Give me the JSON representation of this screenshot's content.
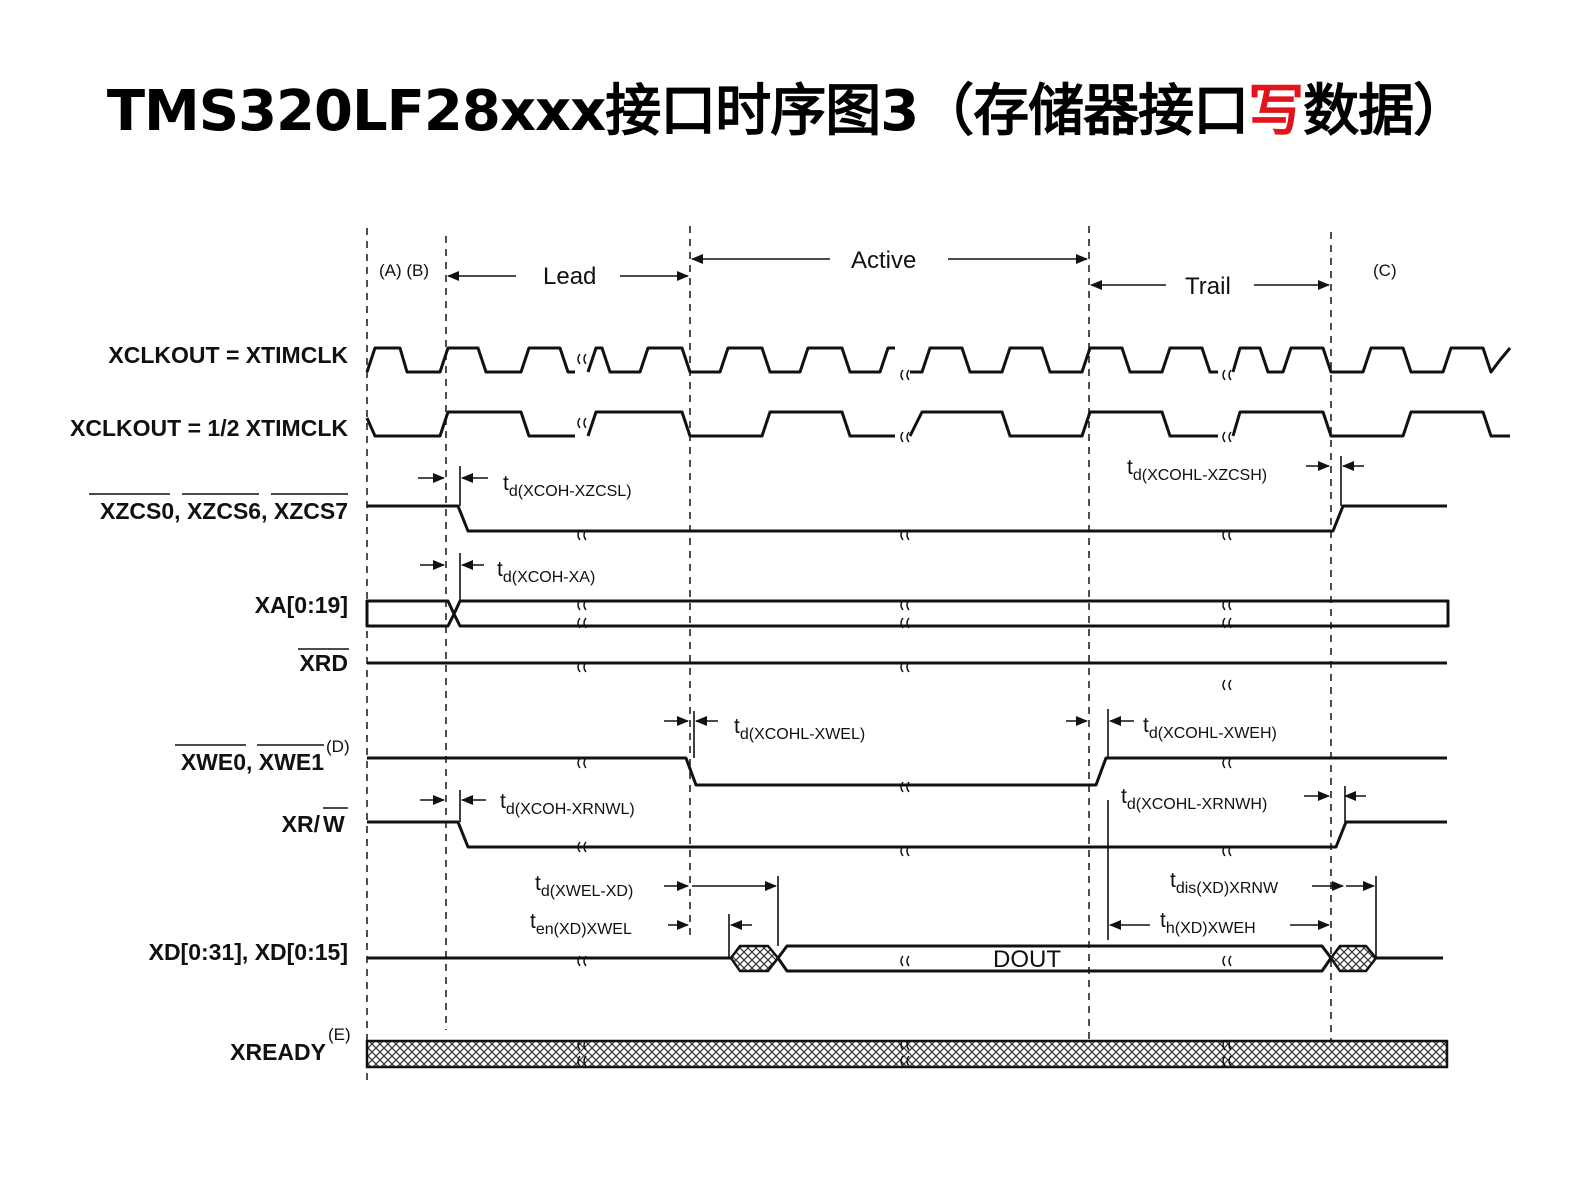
{
  "title": {
    "prefix": "TMS320LF28xxx接口时序图3（存储器接口",
    "highlight": "写",
    "suffix": "数据）",
    "highlight_color": "#e0141a"
  },
  "phase_labels": {
    "ab": "(A) (B)",
    "lead": "Lead",
    "active": "Active",
    "trail": "Trail",
    "c": "(C)"
  },
  "signals": {
    "clk1": "XCLKOUT = XTIMCLK",
    "clk2": "XCLKOUT = 1/2 XTIMCLK",
    "xzcs": "XZCS0, XZCS6, XZCS7",
    "xa": "XA[0:19]",
    "xrd": "XRD",
    "xwe": "XWE0, XWE1",
    "xwe_note": "(D)",
    "xrw_a": "XR/",
    "xrw_b": "W",
    "xd": "XD[0:31], XD[0:15]",
    "xready": "XREADY",
    "xready_note": "(E)"
  },
  "timings": {
    "t1": {
      "main": "t",
      "sub": "d(XCOH-XZCSL)"
    },
    "t2": {
      "main": "t",
      "sub": "d(XCOHL-XZCSH)"
    },
    "t3": {
      "main": "t",
      "sub": "d(XCOH-XA)"
    },
    "t4": {
      "main": "t",
      "sub": "d(XCOHL-XWEL)"
    },
    "t5": {
      "main": "t",
      "sub": "d(XCOHL-XWEH)"
    },
    "t6": {
      "main": "t",
      "sub": "d(XCOH-XRNWL)"
    },
    "t7": {
      "main": "t",
      "sub": "d(XCOHL-XRNWH)"
    },
    "t8": {
      "main": "t",
      "sub": "d(XWEL-XD)"
    },
    "t9": {
      "main": "t",
      "sub": "en(XD)XWEL"
    },
    "t10": {
      "main": "t",
      "sub": "dis(XD)XRNW"
    },
    "t11": {
      "main": "t",
      "sub": "h(XD)XWEH"
    }
  },
  "data_label": "DOUT"
}
